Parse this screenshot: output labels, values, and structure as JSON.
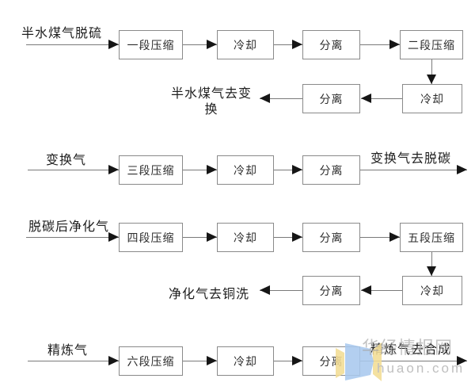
{
  "flows": {
    "flow1": {
      "input": "半水煤气脱硫",
      "stage": "一段压缩",
      "cool": "冷却",
      "sep": "分离",
      "stage2": "二段压缩",
      "cool2": "冷却",
      "sep2": "分离",
      "output": "半水煤气去变换"
    },
    "flow2": {
      "input": "变换气",
      "stage": "三段压缩",
      "cool": "冷却",
      "sep": "分离",
      "output": "变换气去脱碳"
    },
    "flow3": {
      "input": "脱碳后净化气",
      "stage": "四段压缩",
      "cool": "冷却",
      "sep": "分离",
      "stage2": "五段压缩",
      "cool2": "冷却",
      "sep2": "分离",
      "output": "净化气去铜洗"
    },
    "flow4": {
      "input": "精炼气",
      "stage": "六段压缩",
      "cool": "冷却",
      "sep": "分离",
      "output": "精炼气去合成"
    }
  },
  "watermark": {
    "site_name": "华经情报网",
    "site_url": "huaon.com"
  },
  "colors": {
    "background": "#ffffff",
    "box_border": "#8a8a8a",
    "line": "#7a7a7a",
    "arrowhead": "#161616",
    "text": "#1e1e1e",
    "watermark_gray": "#a8a8a8",
    "logo_blue": "#a9c9ee",
    "logo_yellow": "#f3dd95"
  }
}
